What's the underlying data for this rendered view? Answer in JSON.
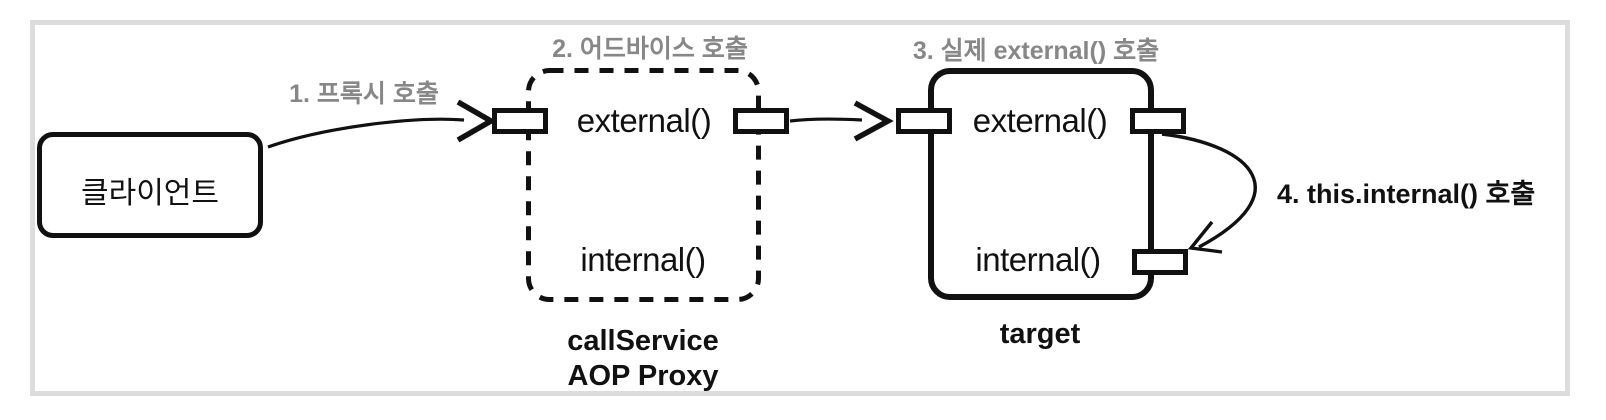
{
  "diagram": {
    "client": {
      "label": "클라이언트"
    },
    "steps": {
      "step1": "1. 프록시 호출",
      "step2": "2. 어드바이스 호출",
      "step3": "3. 실제 external() 호출",
      "step4": "4. this.internal() 호출"
    },
    "proxy_box": {
      "external_method": "external()",
      "internal_method": "internal()",
      "caption_line1": "callService",
      "caption_line2": "AOP Proxy"
    },
    "target_box": {
      "external_method": "external()",
      "internal_method": "internal()",
      "caption": "target"
    },
    "colors": {
      "stroke": "#111111",
      "gray": "#878787",
      "frame": "#dcdcdc",
      "bg": "#ffffff"
    }
  }
}
